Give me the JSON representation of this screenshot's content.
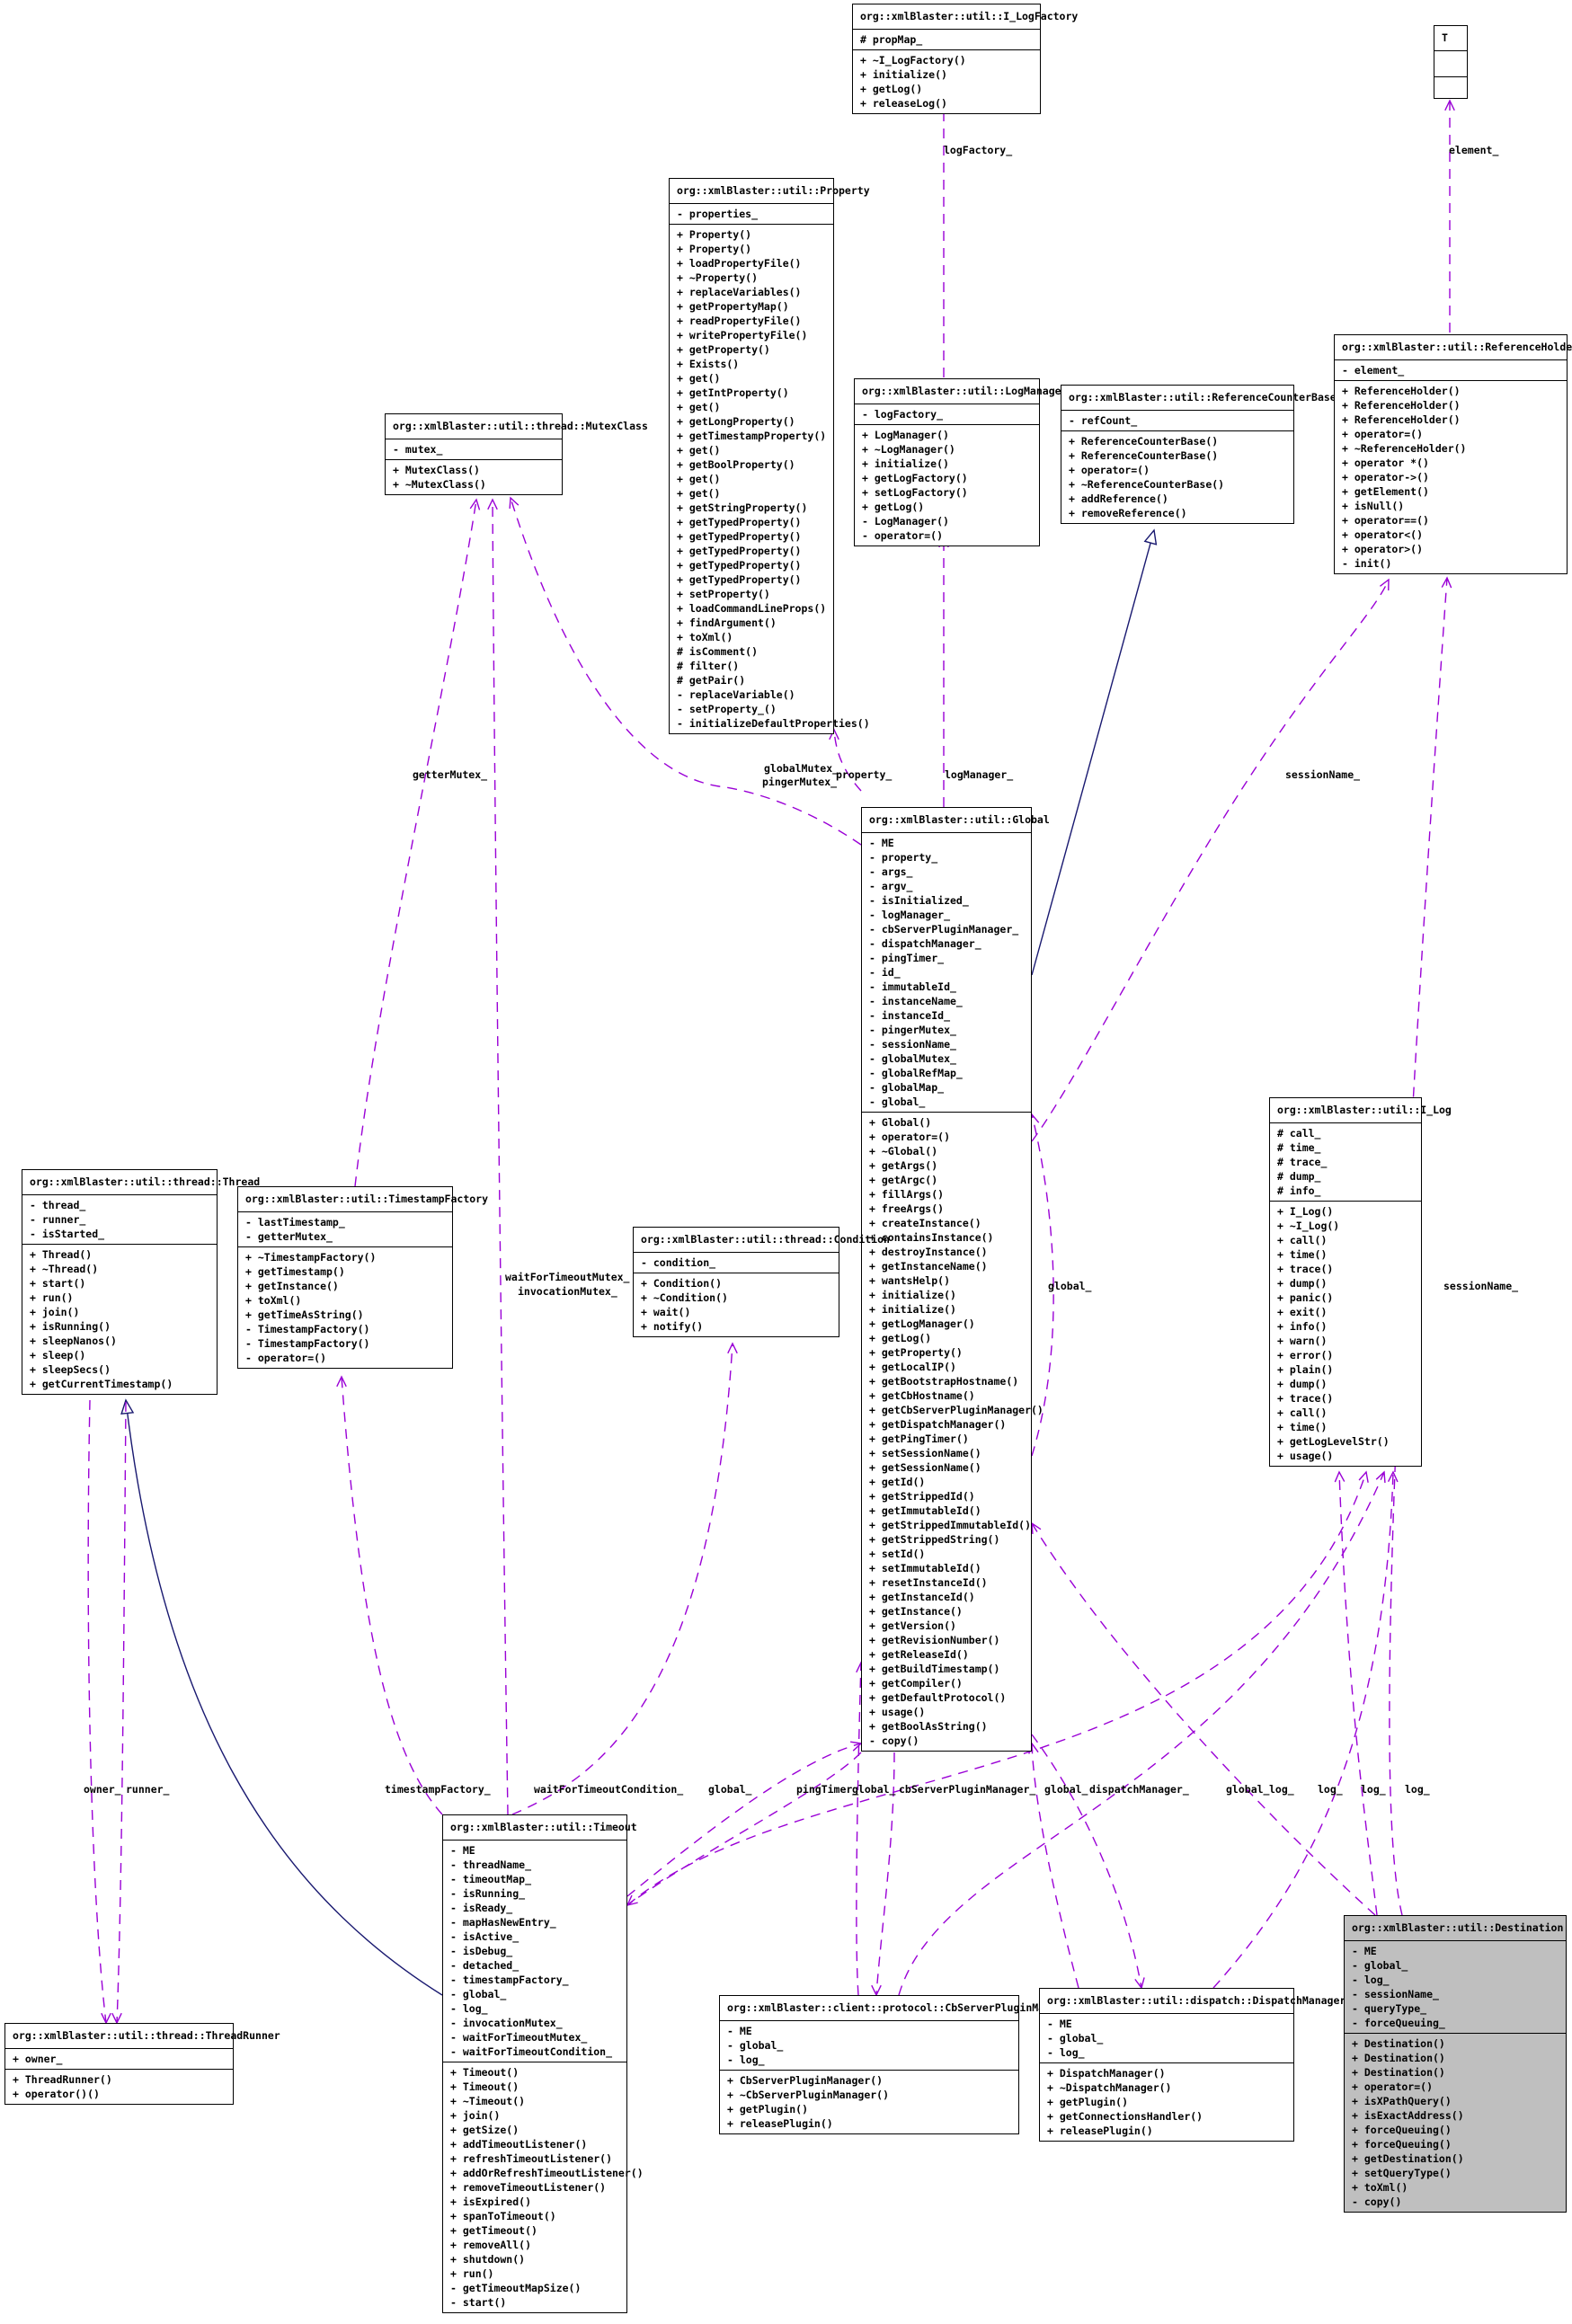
{
  "colors": {
    "dependency_edge": "#9a00d6",
    "inheritance_edge": "#191970",
    "highlight_fill": "#bfbfbf"
  },
  "classes": {
    "t": {
      "title": "T",
      "attributes": [],
      "operations": []
    },
    "i_logfactory": {
      "title": "org::xmlBlaster::util::I_LogFactory",
      "attributes": [
        "# propMap_"
      ],
      "operations": [
        "+ ~I_LogFactory()",
        "+ initialize()",
        "+ getLog()",
        "+ releaseLog()"
      ]
    },
    "property": {
      "title": "org::xmlBlaster::util::Property",
      "attributes": [
        "- properties_"
      ],
      "operations": [
        "+ Property()",
        "+ Property()",
        "+ loadPropertyFile()",
        "+ ~Property()",
        "+ replaceVariables()",
        "+ getPropertyMap()",
        "+ readPropertyFile()",
        "+ writePropertyFile()",
        "+ getProperty()",
        "+ Exists()",
        "+ get()",
        "+ getIntProperty()",
        "+ get()",
        "+ getLongProperty()",
        "+ getTimestampProperty()",
        "+ get()",
        "+ getBoolProperty()",
        "+ get()",
        "+ get()",
        "+ getStringProperty()",
        "+ getTypedProperty()",
        "+ getTypedProperty()",
        "+ getTypedProperty()",
        "+ getTypedProperty()",
        "+ getTypedProperty()",
        "+ setProperty()",
        "+ loadCommandLineProps()",
        "+ findArgument()",
        "+ toXml()",
        "# isComment()",
        "# filter()",
        "# getPair()",
        "- replaceVariable()",
        "- setProperty_()",
        "- initializeDefaultProperties()"
      ]
    },
    "logmanager": {
      "title": "org::xmlBlaster::util::LogManager",
      "attributes": [
        "- logFactory_"
      ],
      "operations": [
        "+ LogManager()",
        "+ ~LogManager()",
        "+ initialize()",
        "+ getLogFactory()",
        "+ setLogFactory()",
        "+ getLog()",
        "- LogManager()",
        "- operator=()"
      ]
    },
    "refcounterbase": {
      "title": "org::xmlBlaster::util::ReferenceCounterBase",
      "attributes": [
        "- refCount_"
      ],
      "operations": [
        "+ ReferenceCounterBase()",
        "+ ReferenceCounterBase()",
        "+ operator=()",
        "+ ~ReferenceCounterBase()",
        "+ addReference()",
        "+ removeReference()"
      ]
    },
    "refholder": {
      "title": "org::xmlBlaster::util::ReferenceHolder",
      "attributes": [
        "- element_"
      ],
      "operations": [
        "+ ReferenceHolder()",
        "+ ReferenceHolder()",
        "+ ReferenceHolder()",
        "+ operator=()",
        "+ ~ReferenceHolder()",
        "+ operator *()",
        "+ operator->()",
        "+ getElement()",
        "+ isNull()",
        "+ operator==()",
        "+ operator<()",
        "+ operator>()",
        "- init()"
      ]
    },
    "mutexclass": {
      "title": "org::xmlBlaster::util::thread::MutexClass",
      "attributes": [
        "- mutex_"
      ],
      "operations": [
        "+ MutexClass()",
        "+ ~MutexClass()"
      ]
    },
    "global": {
      "title": "org::xmlBlaster::util::Global",
      "attributes": [
        "- ME",
        "- property_",
        "- args_",
        "- argv_",
        "- isInitialized_",
        "- logManager_",
        "- cbServerPluginManager_",
        "- dispatchManager_",
        "- pingTimer_",
        "- id_",
        "- immutableId_",
        "- instanceName_",
        "- instanceId_",
        "- pingerMutex_",
        "- sessionName_",
        "- globalMutex_",
        "- globalRefMap_",
        "- globalMap_",
        "- global_"
      ],
      "operations": [
        "+ Global()",
        "+ operator=()",
        "+ ~Global()",
        "+ getArgs()",
        "+ getArgc()",
        "+ fillArgs()",
        "+ freeArgs()",
        "+ createInstance()",
        "+ containsInstance()",
        "+ destroyInstance()",
        "+ getInstanceName()",
        "+ wantsHelp()",
        "+ initialize()",
        "+ initialize()",
        "+ getLogManager()",
        "+ getLog()",
        "+ getProperty()",
        "+ getLocalIP()",
        "+ getBootstrapHostname()",
        "+ getCbHostname()",
        "+ getCbServerPluginManager()",
        "+ getDispatchManager()",
        "+ getPingTimer()",
        "+ setSessionName()",
        "+ getSessionName()",
        "+ getId()",
        "+ getStrippedId()",
        "+ getImmutableId()",
        "+ getStrippedImmutableId()",
        "+ getStrippedString()",
        "+ setId()",
        "+ setImmutableId()",
        "+ resetInstanceId()",
        "+ getInstanceId()",
        "+ getInstance()",
        "+ getVersion()",
        "+ getRevisionNumber()",
        "+ getReleaseId()",
        "+ getBuildTimestamp()",
        "+ getCompiler()",
        "+ getDefaultProtocol()",
        "+ usage()",
        "+ getBoolAsString()",
        "- copy()"
      ]
    },
    "i_log": {
      "title": "org::xmlBlaster::util::I_Log",
      "attributes": [
        "# call_",
        "# time_",
        "# trace_",
        "# dump_",
        "# info_"
      ],
      "operations": [
        "+ I_Log()",
        "+ ~I_Log()",
        "+ call()",
        "+ time()",
        "+ trace()",
        "+ dump()",
        "+ panic()",
        "+ exit()",
        "+ info()",
        "+ warn()",
        "+ error()",
        "+ plain()",
        "+ dump()",
        "+ trace()",
        "+ call()",
        "+ time()",
        "+ getLogLevelStr()",
        "+ usage()"
      ]
    },
    "thread": {
      "title": "org::xmlBlaster::util::thread::Thread",
      "attributes": [
        "- thread_",
        "- runner_",
        "- isStarted_"
      ],
      "operations": [
        "+ Thread()",
        "+ ~Thread()",
        "+ start()",
        "+ run()",
        "+ join()",
        "+ isRunning()",
        "+ sleepNanos()",
        "+ sleep()",
        "+ sleepSecs()",
        "+ getCurrentTimestamp()"
      ]
    },
    "timestampfactory": {
      "title": "org::xmlBlaster::util::TimestampFactory",
      "attributes": [
        "- lastTimestamp_",
        "- getterMutex_"
      ],
      "operations": [
        "+ ~TimestampFactory()",
        "+ getTimestamp()",
        "+ getInstance()",
        "+ toXml()",
        "+ getTimeAsString()",
        "- TimestampFactory()",
        "- TimestampFactory()",
        "- operator=()"
      ]
    },
    "condition": {
      "title": "org::xmlBlaster::util::thread::Condition",
      "attributes": [
        "- condition_"
      ],
      "operations": [
        "+ Condition()",
        "+ ~Condition()",
        "+ wait()",
        "+ notify()"
      ]
    },
    "timeout": {
      "title": "org::xmlBlaster::util::Timeout",
      "attributes": [
        "- ME",
        "- threadName_",
        "- timeoutMap_",
        "- isRunning_",
        "- isReady_",
        "- mapHasNewEntry_",
        "- isActive_",
        "- isDebug_",
        "- detached_",
        "- timestampFactory_",
        "- global_",
        "- log_",
        "- invocationMutex_",
        "- waitForTimeoutMutex_",
        "- waitForTimeoutCondition_"
      ],
      "operations": [
        "+ Timeout()",
        "+ Timeout()",
        "+ ~Timeout()",
        "+ join()",
        "+ getSize()",
        "+ addTimeoutListener()",
        "+ refreshTimeoutListener()",
        "+ addOrRefreshTimeoutListener()",
        "+ removeTimeoutListener()",
        "+ isExpired()",
        "+ spanToTimeout()",
        "+ getTimeout()",
        "+ removeAll()",
        "+ shutdown()",
        "+ run()",
        "- getTimeoutMapSize()",
        "- start()"
      ]
    },
    "threadrunner": {
      "title": "org::xmlBlaster::util::thread::ThreadRunner",
      "attributes": [
        "+ owner_"
      ],
      "operations": [
        "+ ThreadRunner()",
        "+ operator()()"
      ]
    },
    "cbserverpluginmanager": {
      "title": "org::xmlBlaster::client::protocol::CbServerPluginManager",
      "attributes": [
        "- ME",
        "- global_",
        "- log_"
      ],
      "operations": [
        "+ CbServerPluginManager()",
        "+ ~CbServerPluginManager()",
        "+ getPlugin()",
        "+ releasePlugin()"
      ]
    },
    "dispatchmanager": {
      "title": "org::xmlBlaster::util::dispatch::DispatchManager",
      "attributes": [
        "- ME",
        "- global_",
        "- log_"
      ],
      "operations": [
        "+ DispatchManager()",
        "+ ~DispatchManager()",
        "+ getPlugin()",
        "+ getConnectionsHandler()",
        "+ releasePlugin()"
      ]
    },
    "destination": {
      "title": "org::xmlBlaster::util::Destination",
      "attributes": [
        "- ME",
        "- global_",
        "- log_",
        "- sessionName_",
        "- queryType_",
        "- forceQueuing_"
      ],
      "operations": [
        "+ Destination()",
        "+ Destination()",
        "+ Destination()",
        "+ operator=()",
        "+ isXPathQuery()",
        "+ isExactAddress()",
        "+ forceQueuing()",
        "+ forceQueuing()",
        "+ getDestination()",
        "+ setQueryType()",
        "+ toXml()",
        "- copy()"
      ]
    }
  },
  "edge_labels": {
    "logfactory": "logFactory_",
    "element": "element_",
    "property": "property_",
    "logmanager": "logManager_",
    "globalmutex": "globalMutex_",
    "pingermutex": "pingerMutex_",
    "sessionname_global": "sessionName_",
    "gettermutex": "getterMutex_",
    "waitfortimeoutmutex": "waitForTimeoutMutex_",
    "invocationmutex": "invocationMutex_",
    "global_global": "global_",
    "sessionname_dest": "sessionName_",
    "owner": "owner_",
    "runner": "runner_",
    "timestampfactory": "timestampFactory_",
    "waitfortimeoutcondition": "waitForTimeoutCondition_",
    "global_timeout": "global_",
    "pingtimer": "pingTimer_",
    "global_cb": "global_",
    "cbserverpluginmanager": "cbServerPluginManager_",
    "global_dispatch": "global_",
    "dispatchmanager": "dispatchManager_",
    "global_dest": "global_",
    "log_dest": "log_",
    "log_timeout": "log_",
    "log_cb": "log_",
    "log_dispatch": "log_"
  }
}
